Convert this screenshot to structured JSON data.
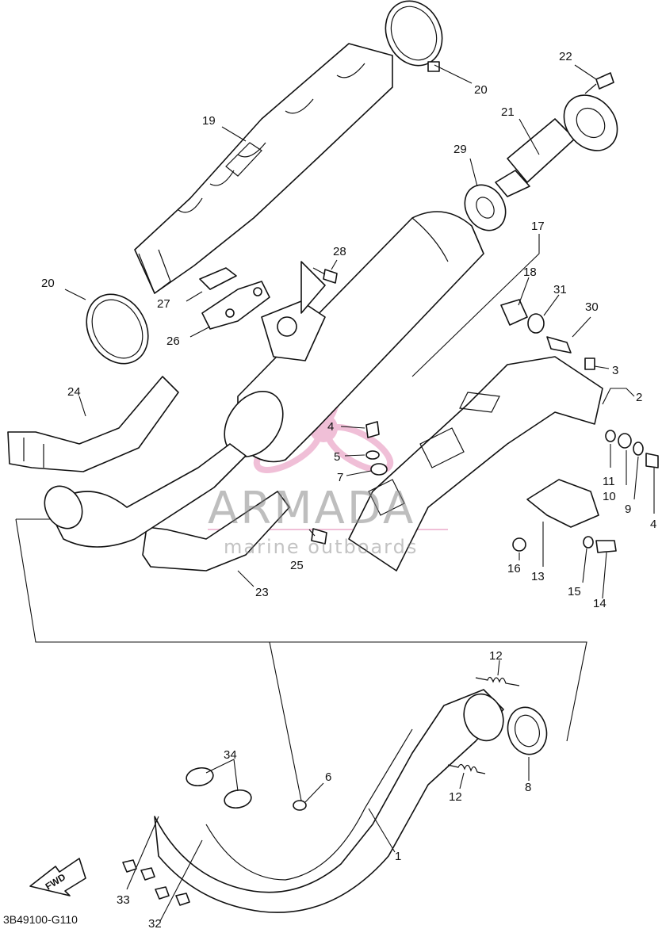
{
  "diagram_code": "3B49100-G110",
  "fwd_label": "FWD",
  "watermark": {
    "brand": "ARMADA",
    "tagline": "marine outboards",
    "color": "#e58bb8"
  },
  "callouts": [
    {
      "id": "c20a",
      "text": "20"
    },
    {
      "id": "c22",
      "text": "22"
    },
    {
      "id": "c21",
      "text": "21"
    },
    {
      "id": "c19",
      "text": "19"
    },
    {
      "id": "c29",
      "text": "29"
    },
    {
      "id": "c17",
      "text": "17"
    },
    {
      "id": "c28",
      "text": "28"
    },
    {
      "id": "c18",
      "text": "18"
    },
    {
      "id": "c31",
      "text": "31"
    },
    {
      "id": "c30",
      "text": "30"
    },
    {
      "id": "c20b",
      "text": "20"
    },
    {
      "id": "c27",
      "text": "27"
    },
    {
      "id": "c26",
      "text": "26"
    },
    {
      "id": "c3",
      "text": "3"
    },
    {
      "id": "c2",
      "text": "2"
    },
    {
      "id": "c24",
      "text": "24"
    },
    {
      "id": "c4a",
      "text": "4"
    },
    {
      "id": "c5",
      "text": "5"
    },
    {
      "id": "c7",
      "text": "7"
    },
    {
      "id": "c11",
      "text": "11"
    },
    {
      "id": "c10",
      "text": "10"
    },
    {
      "id": "c9",
      "text": "9"
    },
    {
      "id": "c4b",
      "text": "4"
    },
    {
      "id": "c25",
      "text": "25"
    },
    {
      "id": "c16",
      "text": "16"
    },
    {
      "id": "c13",
      "text": "13"
    },
    {
      "id": "c15",
      "text": "15"
    },
    {
      "id": "c14",
      "text": "14"
    },
    {
      "id": "c23",
      "text": "23"
    },
    {
      "id": "c12a",
      "text": "12"
    },
    {
      "id": "c34",
      "text": "34"
    },
    {
      "id": "c6",
      "text": "6"
    },
    {
      "id": "c12b",
      "text": "12"
    },
    {
      "id": "c8",
      "text": "8"
    },
    {
      "id": "c1",
      "text": "1"
    },
    {
      "id": "c33",
      "text": "33"
    },
    {
      "id": "c32",
      "text": "32"
    }
  ]
}
